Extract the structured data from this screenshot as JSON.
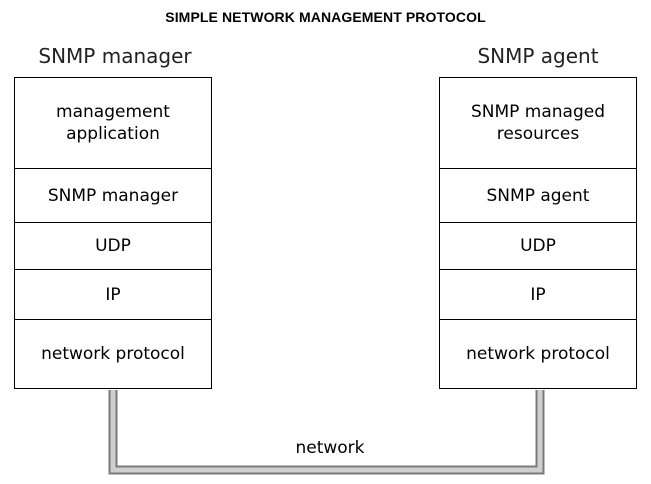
{
  "title": "SIMPLE NETWORK MANAGEMENT PROTOCOL",
  "manager": {
    "label": "SNMP manager",
    "layers": [
      "management\napplication",
      "SNMP manager",
      "UDP",
      "IP",
      "network protocol"
    ]
  },
  "agent": {
    "label": "SNMP agent",
    "layers": [
      "SNMP managed\nresources",
      "SNMP agent",
      "UDP",
      "IP",
      "network protocol"
    ]
  },
  "network": {
    "label": "network"
  },
  "colors": {
    "pipe_fill": "#c8c8c8",
    "pipe_edge": "#7a7a7a",
    "border": "#000000"
  }
}
